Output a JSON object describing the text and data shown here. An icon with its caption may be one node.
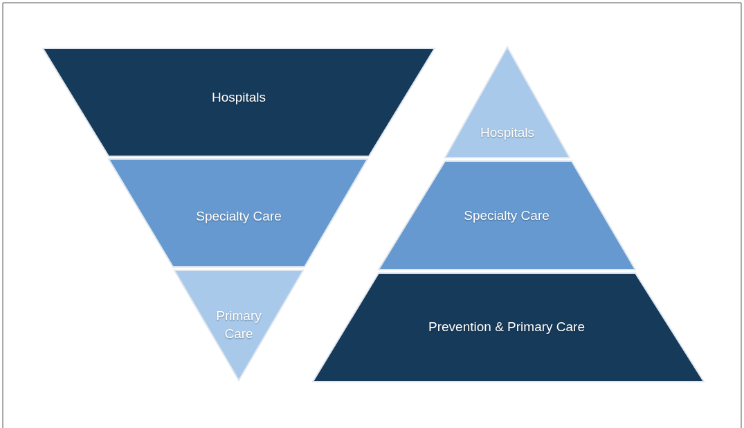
{
  "diagram": {
    "nodes": [
      {
        "text": [
          "Hospitals"
        ]
      },
      {
        "text": [
          "Specialty Care"
        ]
      },
      {
        "text": [
          "Primary Care"
        ]
      },
      {
        "text": [
          "Hospitals"
        ]
      },
      {
        "text": [
          "Specialty Care"
        ]
      },
      {
        "text": [
          "Prevention & Primary Care"
        ]
      }
    ]
  }
}
